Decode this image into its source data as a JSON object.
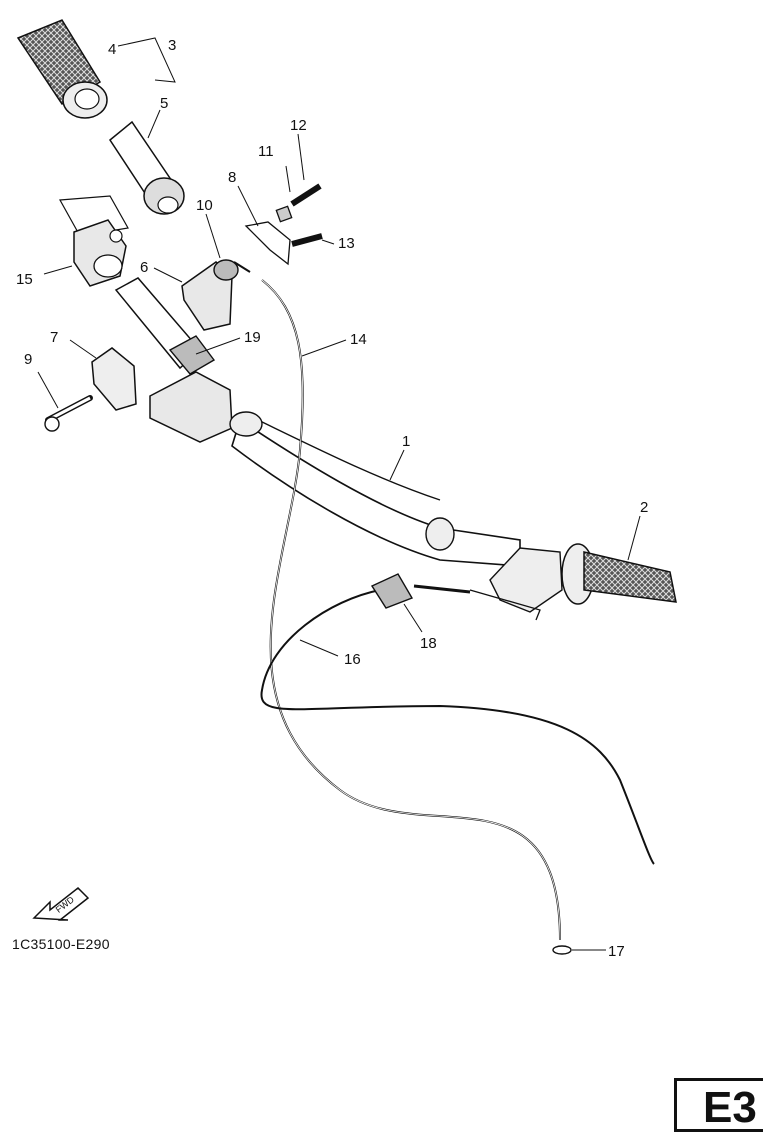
{
  "callouts": [
    "1",
    "2",
    "3",
    "4",
    "5",
    "6",
    "7",
    "8",
    "9",
    "10",
    "11",
    "12",
    "13",
    "14",
    "15",
    "16",
    "17",
    "18",
    "19"
  ],
  "fwd_label": "FWD",
  "diagram_code": "1C35100-E290",
  "page_label": "E3",
  "colors": {
    "line": "#111111",
    "fill": "#ffffff",
    "shade": "#cfcfcf",
    "grip": "#444444"
  },
  "icons": [
    "fwd-arrow-icon"
  ]
}
